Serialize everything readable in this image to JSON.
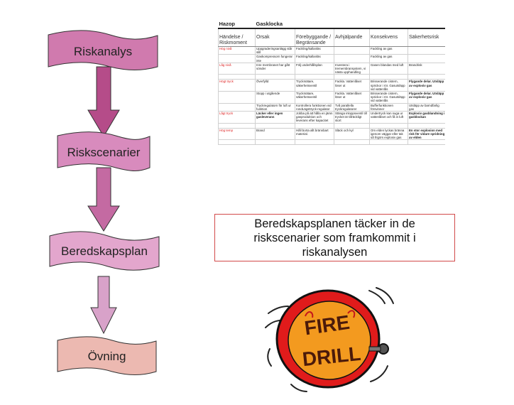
{
  "flow": {
    "steps": [
      {
        "label": "Riskanalys",
        "color": "#d07aae"
      },
      {
        "label": "Riskscenarier",
        "color": "#d88bbd"
      },
      {
        "label": "Beredskapsplan",
        "color": "#e3a6cd"
      },
      {
        "label": "Övning",
        "color": "#ecb9b1"
      }
    ],
    "arrow_colors": [
      "#b54c89",
      "#c46aa2",
      "#d8a2c9"
    ]
  },
  "hazop": {
    "title_left": "Hazop",
    "title_right": "Gasklocka",
    "headers": [
      "Händelse / Riskmoment",
      "Orsak",
      "Förebyggande / Begränsande",
      "Avhjälpande",
      "Konsekvens",
      "Säkerhetsrisk"
    ],
    "rows": [
      [
        "Hög nivå",
        "Uppgraderingsanlägg står still",
        "Fackling/kallanläs",
        "",
        "Fackling av gas",
        ""
      ],
      [
        "",
        "Gaskompressorn fungerar inte",
        "Fackling/kallanläs",
        "",
        "Fackling av gas",
        ""
      ],
      [
        "Låg nivå",
        "Inre membranet har gått sönder",
        "Följ underhållsplan",
        "Investera i tremembransystem, vi nästa upphandling",
        "Gasen blandas med luft",
        "Brandrisk"
      ],
      [
        "",
        "",
        "",
        "",
        "",
        ""
      ],
      [
        "Högt tryck",
        "Överfylld",
        "Tryckmätare, säkerhetsventil",
        "Fackla. Vattenlåset löser ut",
        "Brisserande cistern, sprickor i rör. Gasutsläpp vid vattenlås",
        "Flygande delar. Utsläpp av explosiv gas"
      ],
      [
        "",
        "Stopp i utgående",
        "Tryckmätare, säkerhetsventil",
        "Fackla. Vattenlåset löser ut",
        "Brisserande cistern, sprickor i rör. Gasutsläpp vid vattenlås",
        "Flygande delar. Utsläpp av explosiv gas"
      ],
      [
        "",
        "Tryckregulatorn för luft ur funktion",
        "Kontrollera funktionen vid rondLägsttryck-regulator",
        "Två parallella tryckregulatorer",
        "Bufferfunktionen försvinner",
        "Utsläpp av barndfarlig gas"
      ],
      [
        "Lågt tryck",
        "Läcker eller ingen gasleverans",
        "Jobba på att hålla en jämn gasproduktion och leverans efter kapacitet",
        "Stänga inloppsventil till trycket är tillräckligt stort",
        "Undertryck kan suga ur vattenlåset och få in luft",
        "Explosiv gasblandning i gasklockan"
      ],
      [
        "",
        "",
        "",
        "",
        "",
        ""
      ],
      [
        "Hög temp",
        "Brand",
        "Håll borta allt brännbart material.",
        "Släck och kyl",
        "Om elden lyckas bränna igenom väggar eller tak så frigörs explosiv gas",
        "En stor explosion med risk för vidare spridning av elden"
      ],
      [
        "",
        "",
        "",
        "",
        "",
        ""
      ]
    ]
  },
  "textbox": {
    "text": "Beredskapsplanen täcker in de riskscenarier som framkommit i riskanalysen"
  },
  "drill": {
    "word1": "FIRE",
    "word2": "DRILL",
    "colors": {
      "outer": "#e01b1b",
      "inner": "#f39a1f",
      "text": "#4b1a0a"
    }
  }
}
